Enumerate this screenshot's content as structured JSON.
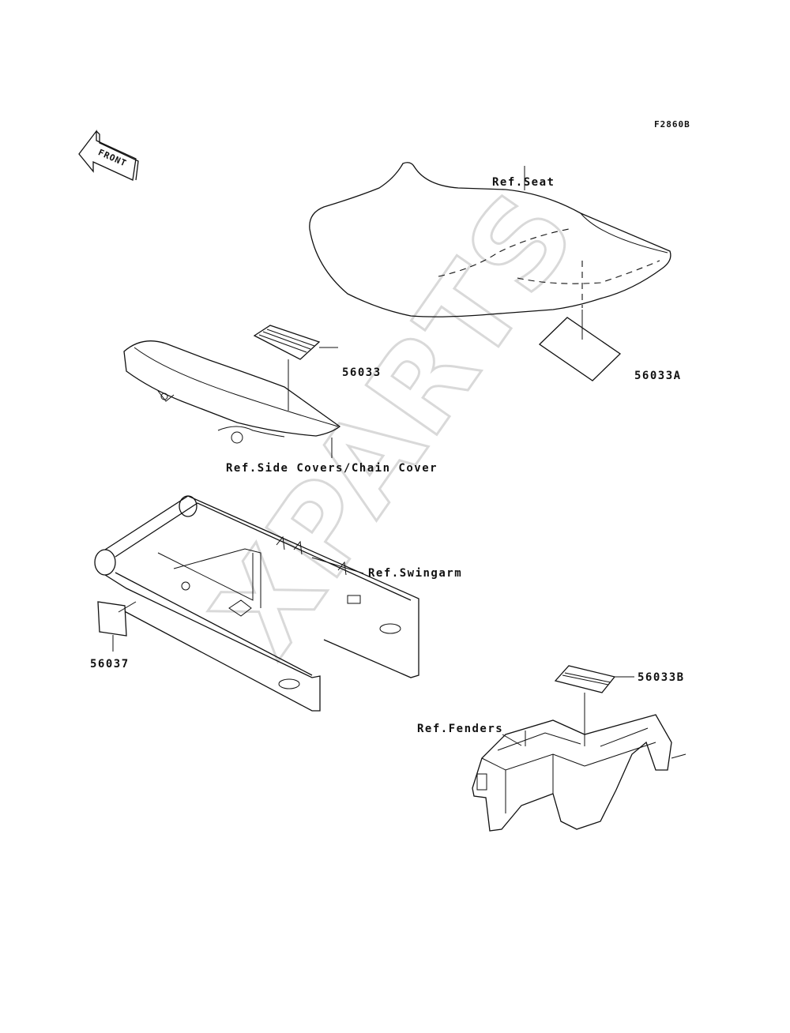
{
  "figure_code": "F2860B",
  "front_arrow_text": "FRONT",
  "watermark": "XPARTS",
  "colors": {
    "line": "#111111",
    "watermark": "#d9d9d9",
    "background": "#ffffff"
  },
  "labels": {
    "seat_ref": "Ref.Seat",
    "part_56033A": "56033A",
    "part_56033": "56033",
    "side_covers_ref": "Ref.Side Covers/Chain Cover",
    "swingarm_ref": "Ref.Swingarm",
    "part_56037": "56037",
    "part_56033B": "56033B",
    "fenders_ref": "Ref.Fenders"
  }
}
